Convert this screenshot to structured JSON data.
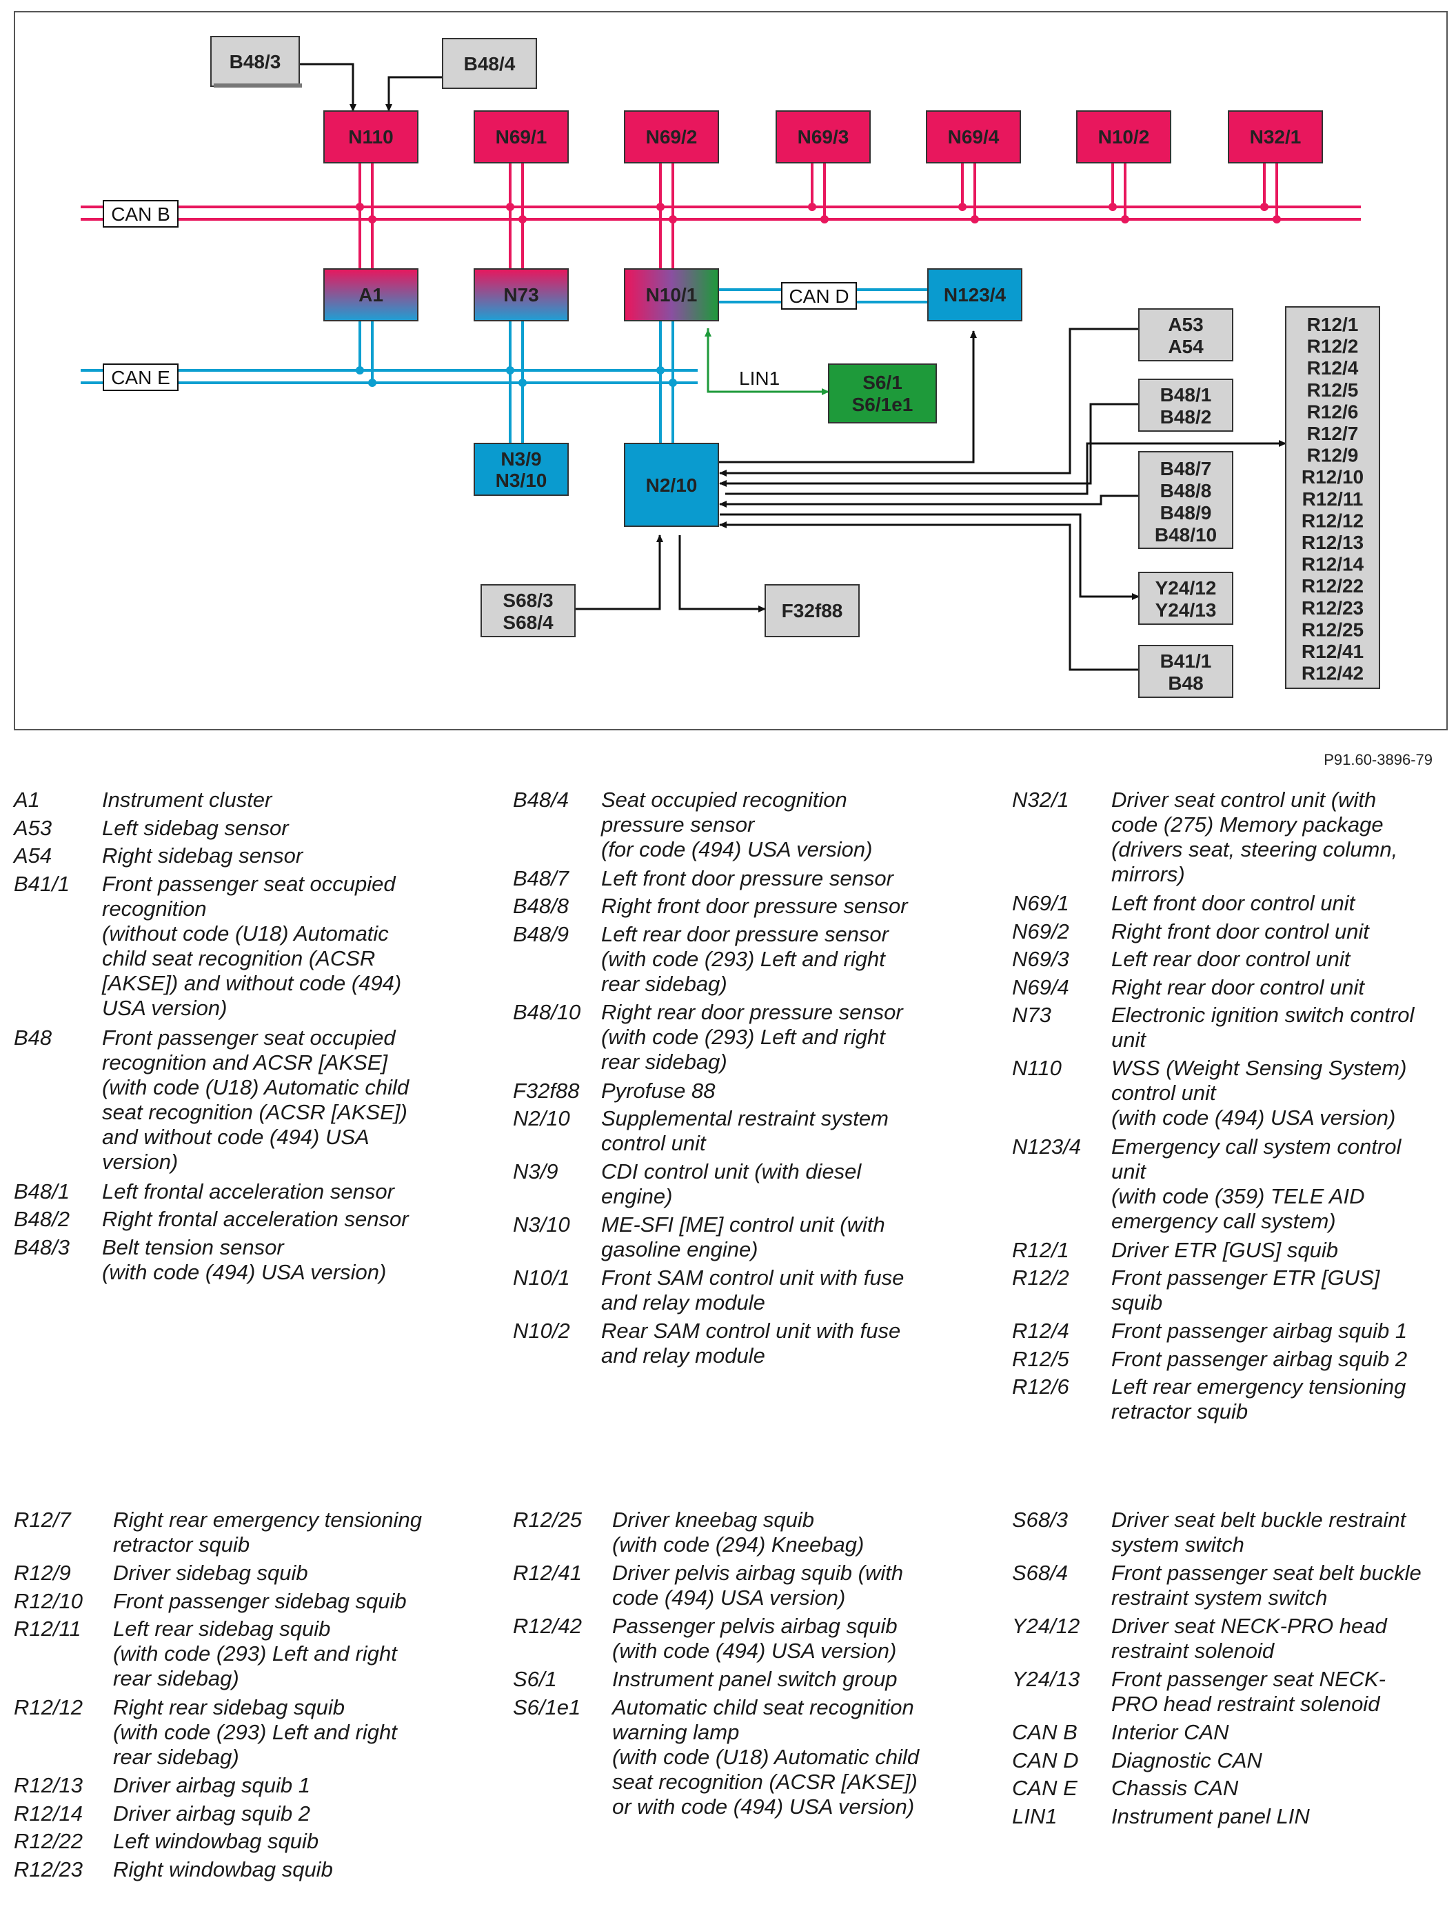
{
  "figure_ref": "P91.60-3896-79",
  "bus_labels": {
    "can_b": "CAN B",
    "can_e": "CAN E",
    "can_d": "CAN D",
    "lin1": "LIN1"
  },
  "colors": {
    "can_b": "#e8175d",
    "can_e": "#0c9fd0",
    "lin": "#1e9a3a",
    "gray_box": "#d3d3d3",
    "pink_box": "#e8175d",
    "blue_box": "#0a9bcf",
    "green_box": "#1e9a3a",
    "arrow": "#111111"
  },
  "boxes": {
    "b48_3": "B48/3",
    "b48_4": "B48/4",
    "n110": "N110",
    "n69_1": "N69/1",
    "n69_2": "N69/2",
    "n69_3": "N69/3",
    "n69_4": "N69/4",
    "n10_2": "N10/2",
    "n32_1": "N32/1",
    "a1": "A1",
    "n73": "N73",
    "n10_1": "N10/1",
    "n123_4": "N123/4",
    "s6_1": [
      "S6/1",
      "S6/1e1"
    ],
    "n3": [
      "N3/9",
      "N3/10"
    ],
    "n2_10": "N2/10",
    "a53": [
      "A53",
      "A54"
    ],
    "b48_1": [
      "B48/1",
      "B48/2"
    ],
    "b48_7": [
      "B48/7",
      "B48/8",
      "B48/9",
      "B48/10"
    ],
    "y24": [
      "Y24/12",
      "Y24/13"
    ],
    "b41": [
      "B41/1",
      "B48"
    ],
    "s68": [
      "S68/3",
      "S68/4"
    ],
    "f32": "F32f88",
    "r12": [
      "R12/1",
      "R12/2",
      "R12/4",
      "R12/5",
      "R12/6",
      "R12/7",
      "R12/9",
      "R12/10",
      "R12/11",
      "R12/12",
      "R12/13",
      "R12/14",
      "R12/22",
      "R12/23",
      "R12/25",
      "R12/41",
      "R12/42"
    ]
  },
  "legend_top": [
    [
      {
        "code": "A1",
        "desc": "Instrument cluster"
      },
      {
        "code": "A53",
        "desc": "Left sidebag sensor"
      },
      {
        "code": "A54",
        "desc": "Right sidebag sensor"
      },
      {
        "code": "B41/1",
        "desc": "Front passenger seat occupied\nrecognition\n(without code (U18) Automatic\nchild seat recognition (ACSR\n[AKSE]) and without code (494)\nUSA version)"
      },
      {
        "code": "B48",
        "desc": "Front passenger seat occupied\nrecognition and ACSR [AKSE]\n(with code (U18) Automatic child\nseat recognition (ACSR [AKSE])\nand without code (494) USA\nversion)"
      },
      {
        "code": "B48/1",
        "desc": "Left frontal acceleration sensor"
      },
      {
        "code": "B48/2",
        "desc": "Right frontal acceleration sensor"
      },
      {
        "code": "B48/3",
        "desc": "Belt tension sensor\n(with code (494) USA version)"
      }
    ],
    [
      {
        "code": "B48/4",
        "desc": "Seat occupied recognition\npressure sensor\n(for code (494) USA version)"
      },
      {
        "code": "B48/7",
        "desc": "Left front door pressure sensor"
      },
      {
        "code": "B48/8",
        "desc": "Right front door pressure sensor"
      },
      {
        "code": "B48/9",
        "desc": "Left rear door pressure sensor\n(with code (293) Left and right\nrear sidebag)"
      },
      {
        "code": "B48/10",
        "desc": "Right rear door pressure sensor\n(with code (293) Left and right\nrear sidebag)"
      },
      {
        "code": "F32f88",
        "desc": "Pyrofuse 88"
      },
      {
        "code": "N2/10",
        "desc": "Supplemental restraint system\ncontrol unit"
      },
      {
        "code": "N3/9",
        "desc": "CDI control unit (with diesel\nengine)"
      },
      {
        "code": "N3/10",
        "desc": "ME-SFI [ME] control unit (with\ngasoline engine)"
      },
      {
        "code": "N10/1",
        "desc": "Front SAM control unit with fuse\nand relay module"
      },
      {
        "code": "N10/2",
        "desc": "Rear SAM control unit with fuse\nand relay module"
      }
    ],
    [
      {
        "code": "N32/1",
        "desc": "Driver seat control unit (with\ncode (275) Memory package\n(drivers seat, steering column,\nmirrors)"
      },
      {
        "code": "N69/1",
        "desc": "Left front door control unit"
      },
      {
        "code": "N69/2",
        "desc": "Right front door control unit"
      },
      {
        "code": "N69/3",
        "desc": "Left rear door control unit"
      },
      {
        "code": "N69/4",
        "desc": "Right rear door control unit"
      },
      {
        "code": "N73",
        "desc": "Electronic ignition switch control\nunit"
      },
      {
        "code": "N110",
        "desc": "WSS (Weight Sensing System)\ncontrol unit\n(with code (494) USA version)"
      },
      {
        "code": "N123/4",
        "desc": "Emergency call system control\nunit\n(with code (359) TELE AID\nemergency call system)"
      },
      {
        "code": "R12/1",
        "desc": "Driver ETR [GUS] squib"
      },
      {
        "code": "R12/2",
        "desc": "Front passenger ETR [GUS]\nsquib"
      },
      {
        "code": "R12/4",
        "desc": "Front passenger airbag squib 1"
      },
      {
        "code": "R12/5",
        "desc": "Front passenger airbag squib 2"
      },
      {
        "code": "R12/6",
        "desc": "Left rear emergency tensioning\nretractor squib"
      }
    ]
  ],
  "legend_bottom": [
    [
      {
        "code": "R12/7",
        "desc": "Right rear emergency tensioning\nretractor squib"
      },
      {
        "code": "R12/9",
        "desc": "Driver sidebag squib"
      },
      {
        "code": "R12/10",
        "desc": "Front passenger sidebag squib"
      },
      {
        "code": "R12/11",
        "desc": "Left rear sidebag squib\n(with code (293) Left and right\nrear sidebag)"
      },
      {
        "code": "R12/12",
        "desc": "Right rear sidebag squib\n(with code (293) Left and right\nrear sidebag)"
      },
      {
        "code": "R12/13",
        "desc": "Driver airbag squib 1"
      },
      {
        "code": "R12/14",
        "desc": "Driver airbag squib 2"
      },
      {
        "code": "R12/22",
        "desc": "Left windowbag squib"
      },
      {
        "code": "R12/23",
        "desc": "Right windowbag squib"
      }
    ],
    [
      {
        "code": "R12/25",
        "desc": "Driver kneebag squib\n(with code (294) Kneebag)"
      },
      {
        "code": "R12/41",
        "desc": "Driver pelvis airbag squib (with\ncode (494) USA version)"
      },
      {
        "code": "R12/42",
        "desc": "Passenger pelvis airbag squib\n(with code (494) USA version)"
      },
      {
        "code": "S6/1",
        "desc": "Instrument panel switch group"
      },
      {
        "code": "S6/1e1",
        "desc": "Automatic child seat recognition\nwarning lamp\n(with code (U18) Automatic child\nseat recognition (ACSR [AKSE])\nor with code (494) USA version)"
      }
    ],
    [
      {
        "code": "S68/3",
        "desc": "Driver seat belt buckle restraint\nsystem switch"
      },
      {
        "code": "S68/4",
        "desc": "Front passenger seat belt buckle\nrestraint system switch"
      },
      {
        "code": "Y24/12",
        "desc": "Driver seat NECK-PRO head\nrestraint solenoid"
      },
      {
        "code": "Y24/13",
        "desc": "Front passenger seat NECK-\nPRO head restraint solenoid"
      },
      {
        "code": "CAN B",
        "desc": "Interior CAN"
      },
      {
        "code": "CAN D",
        "desc": "Diagnostic CAN"
      },
      {
        "code": "CAN E",
        "desc": "Chassis CAN"
      },
      {
        "code": "LIN1",
        "desc": "Instrument panel LIN"
      }
    ]
  ]
}
